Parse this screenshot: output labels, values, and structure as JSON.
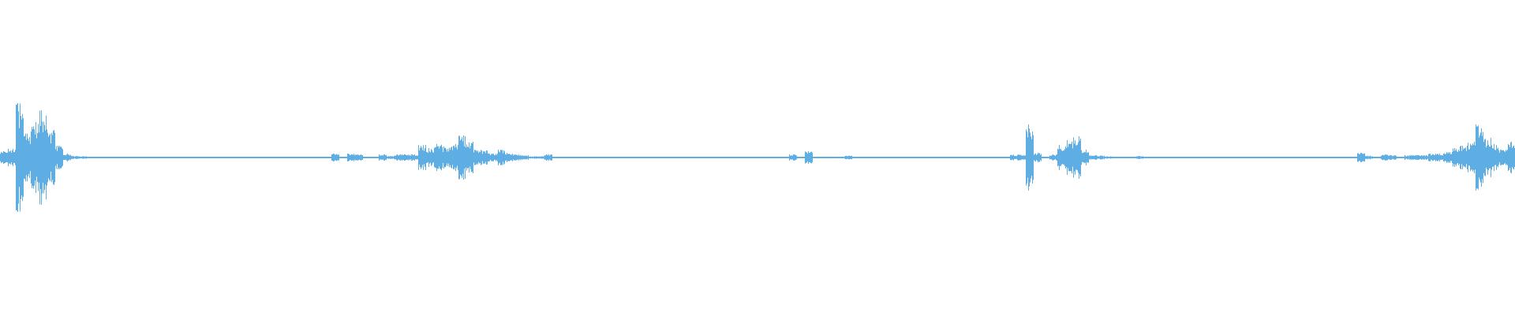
{
  "chart_data": {
    "type": "area",
    "subtype": "audio-waveform",
    "title": "",
    "xlabel": "",
    "ylabel": "",
    "ylim": [
      -1,
      1
    ],
    "symmetric": true,
    "grid": false,
    "legend": "none",
    "color": "#5eade3",
    "background": "#ffffff",
    "series": [
      {
        "values": [
          0.04,
          0.055,
          0.345,
          0.165,
          0.225,
          0.3,
          0.175,
          0.075,
          0.025,
          0.01,
          0.008,
          0.004,
          0.004,
          0.004,
          0.004,
          0.004,
          0.004,
          0.004,
          0.004,
          0.004,
          0.004,
          0.004,
          0.004,
          0.004,
          0.004,
          0.004,
          0.004,
          0.004,
          0.004,
          0.004,
          0.004,
          0.004,
          0.004,
          0.004,
          0.004,
          0.004,
          0.004,
          0.004,
          0.004,
          0.004,
          0.004,
          0.004,
          0.025,
          0.005,
          0.025,
          0.02,
          0.004,
          0.004,
          0.02,
          0.01,
          0.02,
          0.02,
          0.02,
          0.08,
          0.06,
          0.085,
          0.07,
          0.085,
          0.14,
          0.1,
          0.05,
          0.045,
          0.025,
          0.05,
          0.03,
          0.02,
          0.015,
          0.008,
          0.008,
          0.02,
          0.004,
          0.004,
          0.004,
          0.004,
          0.004,
          0.004,
          0.004,
          0.004,
          0.004,
          0.004,
          0.004,
          0.004,
          0.004,
          0.004,
          0.004,
          0.004,
          0.004,
          0.004,
          0.004,
          0.004,
          0.004,
          0.004,
          0.004,
          0.004,
          0.004,
          0.004,
          0.004,
          0.004,
          0.004,
          0.004,
          0.02,
          0.004,
          0.04,
          0.004,
          0.004,
          0.004,
          0.004,
          0.012,
          0.004,
          0.004,
          0.004,
          0.004,
          0.004,
          0.004,
          0.004,
          0.004,
          0.004,
          0.004,
          0.004,
          0.004,
          0.005,
          0.005,
          0.005,
          0.005,
          0.005,
          0.005,
          0.005,
          0.005,
          0.018,
          0.02,
          0.21,
          0.03,
          0.006,
          0.02,
          0.08,
          0.11,
          0.135,
          0.05,
          0.015,
          0.012,
          0.008,
          0.004,
          0.004,
          0.004,
          0.01,
          0.004,
          0.004,
          0.004,
          0.004,
          0.004,
          0.004,
          0.004,
          0.004,
          0.004,
          0.004,
          0.004,
          0.004,
          0.004,
          0.004,
          0.004,
          0.004,
          0.004,
          0.004,
          0.004,
          0.004,
          0.004,
          0.004,
          0.004,
          0.004,
          0.004,
          0.004,
          0.004,
          0.03,
          0.012,
          0.004,
          0.02,
          0.015,
          0.005,
          0.015,
          0.015,
          0.015,
          0.025,
          0.025,
          0.035,
          0.06,
          0.075,
          0.1,
          0.21,
          0.125,
          0.085,
          0.05,
          0.1
        ]
      }
    ]
  }
}
